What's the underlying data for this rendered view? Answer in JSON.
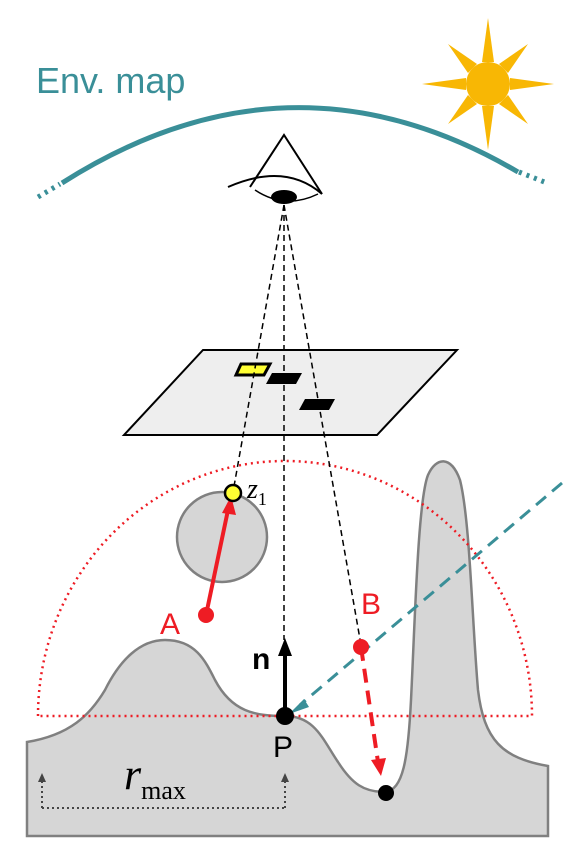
{
  "labels": {
    "env_map": "Env. map",
    "z_main": "z",
    "z_sub": "1",
    "point_a": "A",
    "point_b": "B",
    "normal": "n",
    "point_p": "P",
    "r_main": "r",
    "r_sub": "max"
  },
  "colors": {
    "teal": "#3a8f98",
    "red": "#ee1c24",
    "terrain_fill": "#d6d6d6",
    "terrain_stroke": "#808080",
    "sun": "#f8b704",
    "plane_fill": "#eeeeee",
    "highlight": "#ffff33"
  },
  "icons": [
    "eye-icon",
    "sun-icon"
  ]
}
